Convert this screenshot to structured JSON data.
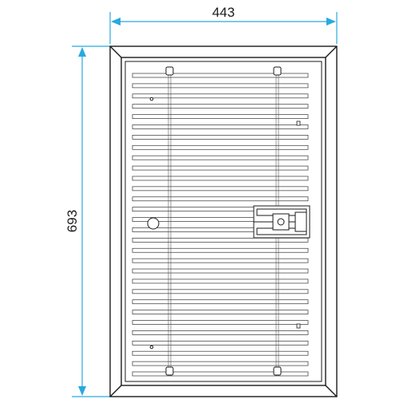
{
  "dimensions": {
    "width_label": "443",
    "height_label": "693"
  },
  "colors": {
    "dimension_line": "#29a9e0",
    "outline": "#1a1a1a",
    "grille_stroke": "#333333"
  },
  "grille": {
    "louver_count": 30
  }
}
